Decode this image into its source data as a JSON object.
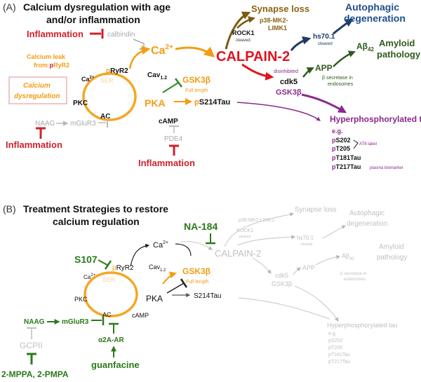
{
  "panelA": {
    "label": "(A)",
    "title_l1": "Calcium dysregulation with age",
    "title_l2": "and/or inflammation",
    "inflammation_top": "Inflammation",
    "calbindin": "calbindin",
    "ca2": "Ca",
    "ca2_sup": "2+",
    "calcium_leak_l1": "Calcium leak",
    "calcium_leak_l2": "from ",
    "calcium_leak_p": "p",
    "calcium_leak_ryr": "RyR2",
    "pryr2_p": "p",
    "pryr2": "RyR2",
    "cav": "Cav",
    "cav_sub": "1.2",
    "ser": "SER",
    "ca2_small": "Ca",
    "ca2_small_sup": "2+",
    "pkc": "PKC",
    "ac": "AC",
    "pka": "PKA",
    "camp": "cAMP",
    "pde4": "PDE4",
    "naag": "NAAG",
    "mglur3": "mGluR3",
    "inflammation_left": "Inflammation",
    "inflammation_bottom": "Inflammation",
    "calcium_dys_l1": "Calcium",
    "calcium_dys_l2": "dysregulation",
    "gsk3b": "GSK3β",
    "full_length": "Full length",
    "ps214tau_p": "p",
    "ps214tau": "S214Tau",
    "synapse_loss": "Synapse loss",
    "p38_l1": "p38-MK2-",
    "p38_l2": "LIMK1",
    "rock1": "ROCK1",
    "rock1_cleaved": "cleaved",
    "calpain2": "CALPAIN-2",
    "autophagic_l1": "Autophagic",
    "autophagic_l2": "degeneration",
    "hs701": "hs70.1",
    "hs701_cleaved": "cleaved",
    "abeta": "Aβ",
    "abeta_sub": "42",
    "amyloid_l1": "Amyloid",
    "amyloid_l2": "pathology",
    "disinhibited": "disinhibited",
    "cdk5": "cdk5",
    "gsk3b_purple": "GSK3β",
    "app": "APP",
    "beta_sec_l1": "β secretase in",
    "beta_sec_l2": "endosomes",
    "hyper_tau": "Hyperphosphorylated tau",
    "eg": "e.g.",
    "ps202_p": "p",
    "ps202": "S202",
    "pt205_p": "p",
    "pt205": "T205",
    "pt181_p": "p",
    "pt181": "T181Tau",
    "pt217_p": "p",
    "pt217": "T217Tau",
    "at8_label": "AT8 label",
    "plasma_biomarker": "plasma biomarker"
  },
  "panelB": {
    "label": "(B)",
    "title_l1": "Treatment Strategies to restore",
    "title_l2": "calcium regulation",
    "na184": "NA-184",
    "synapse_loss": "Synapse loss",
    "p38": "p38-MK2-LIMK1",
    "rock1": "ROCK1",
    "rock1_cleaved": "cleaved",
    "autophagic_l1": "Autophagic",
    "autophagic_l2": "degeneration",
    "hs701": "hs70.1",
    "hs701_cleaved": "cleaved",
    "calpain2": "CALPAIN-2",
    "abeta": "Aβ",
    "abeta_sub": "42",
    "amyloid_l1": "Amyloid",
    "amyloid_l2": "pathology",
    "app": "APP",
    "beta_sec_l1": "β secretase in",
    "beta_sec_l2": "endosomes",
    "cdk5": "cdk5",
    "gsk3b_grey": "GSK3β",
    "s107": "S107",
    "ca2": "Ca",
    "ca2_sup": "2+",
    "pryr2_p": "p",
    "pryr2": "RyR2",
    "cav": "Cav",
    "cav_sub": "1.2",
    "ser": "SER",
    "ca2_small": "Ca",
    "ca2_small_sup": "2+",
    "pkc": "PKC",
    "ac": "AC",
    "pka": "PKA",
    "camp": "cAMP",
    "gsk3b": "GSK3β",
    "full_length": "Full length",
    "s214tau": "S214Tau",
    "naag": "NAAG",
    "mglur3": "mGluR3",
    "gcpii": "GCPII",
    "a2a_ar": "α2A-AR",
    "guanfacine": "guanfacine",
    "mppa": "2-MPPA, 2-PMPA",
    "hyper_tau": "Hyperphosphorylated tau",
    "eg": "e.g.",
    "ps202": "pS202",
    "pt205": "pT205",
    "pt181": "pT181Tau",
    "pt217": "pT217Tau"
  }
}
